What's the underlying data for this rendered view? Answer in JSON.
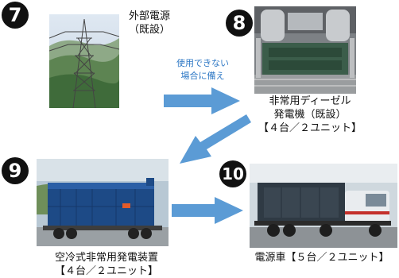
{
  "steps": [
    {
      "number": "7",
      "caption_lines": [
        "外部電源",
        "（既設）"
      ]
    },
    {
      "number": "8",
      "caption_lines": [
        "非常用ディーゼル",
        "発電機（既設）",
        "【４台／２ユニット】"
      ]
    },
    {
      "number": "9",
      "caption_lines": [
        "空冷式非常用発電装置",
        "【４台／２ユニット】"
      ]
    },
    {
      "number": "10",
      "caption_lines": [
        "電源車【５台／２ユニット】"
      ]
    }
  ],
  "transition_note": [
    "使用できない",
    "場合に備え"
  ],
  "colors": {
    "arrow": "#5b9bd5",
    "note": "#2e78c5",
    "badge": "#111111",
    "generator_body": "#1d4a86",
    "truck_cab": "#e9ecef"
  }
}
